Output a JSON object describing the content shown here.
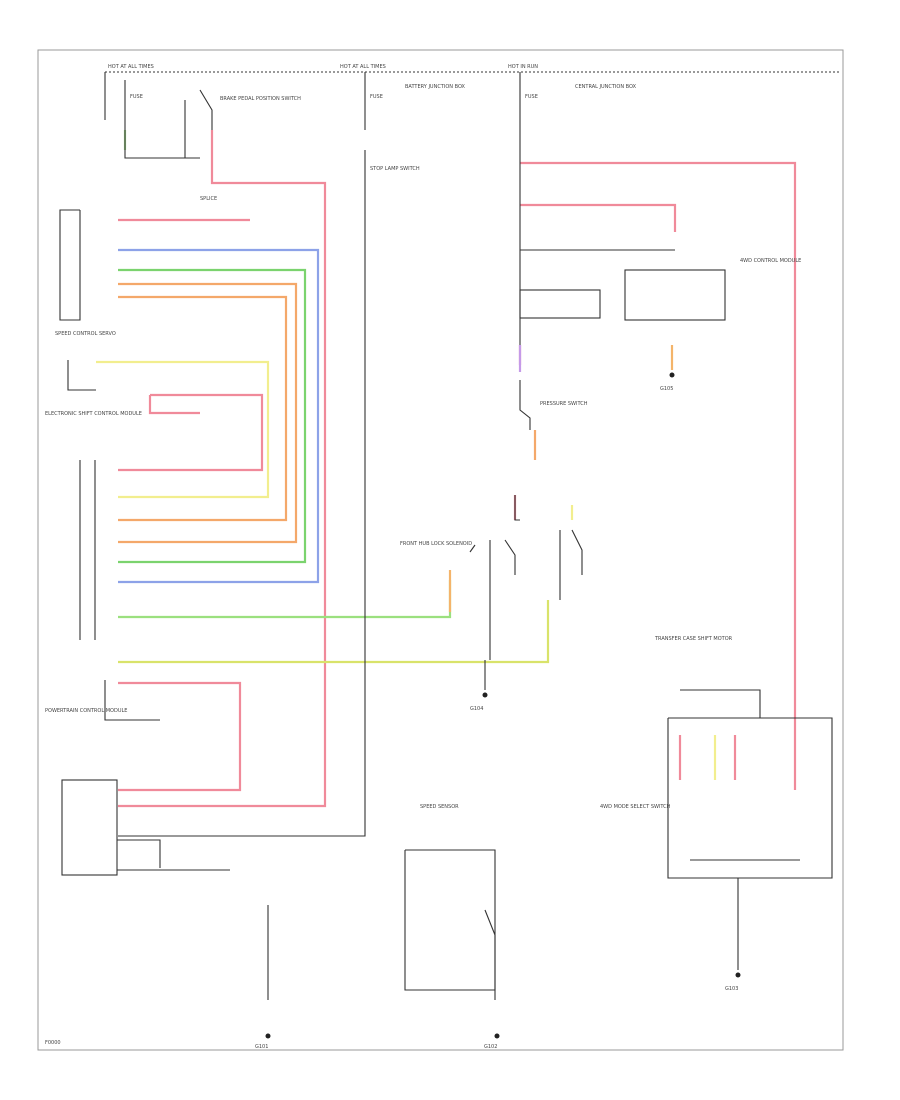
{
  "diagram": {
    "labels": {
      "hot_run_1": "HOT AT ALL TIMES",
      "hot_run_2": "HOT AT ALL TIMES",
      "hot_run_3": "HOT IN RUN",
      "fuse_1": "FUSE",
      "fuse_2": "FUSE",
      "fuse_3": "FUSE",
      "brake_pedal_switch": "BRAKE PEDAL POSITION SWITCH",
      "battery_junction_box": "BATTERY JUNCTION BOX",
      "central_junction_box": "CENTRAL JUNCTION BOX",
      "speed_control_servo": "SPEED CONTROL SERVO",
      "electronic_shift_control": "ELECTRONIC SHIFT CONTROL MODULE",
      "stop_lamp_switch": "STOP LAMP SWITCH",
      "four_wd_module": "4WD CONTROL MODULE",
      "powertrain_control_module": "POWERTRAIN CONTROL MODULE",
      "pressure_switch": "PRESSURE SWITCH",
      "front_hub_lock": "FRONT HUB LOCK SOLENOID",
      "transfer_case_motor": "TRANSFER CASE SHIFT MOTOR",
      "mode_select_switch": "4WD MODE SELECT SWITCH",
      "speed_sensor": "SPEED SENSOR",
      "g101": "G101",
      "g102": "G102",
      "g103": "G103",
      "g104": "G104",
      "g105": "G105",
      "splice": "SPLICE",
      "page_id": "F0000"
    }
  }
}
